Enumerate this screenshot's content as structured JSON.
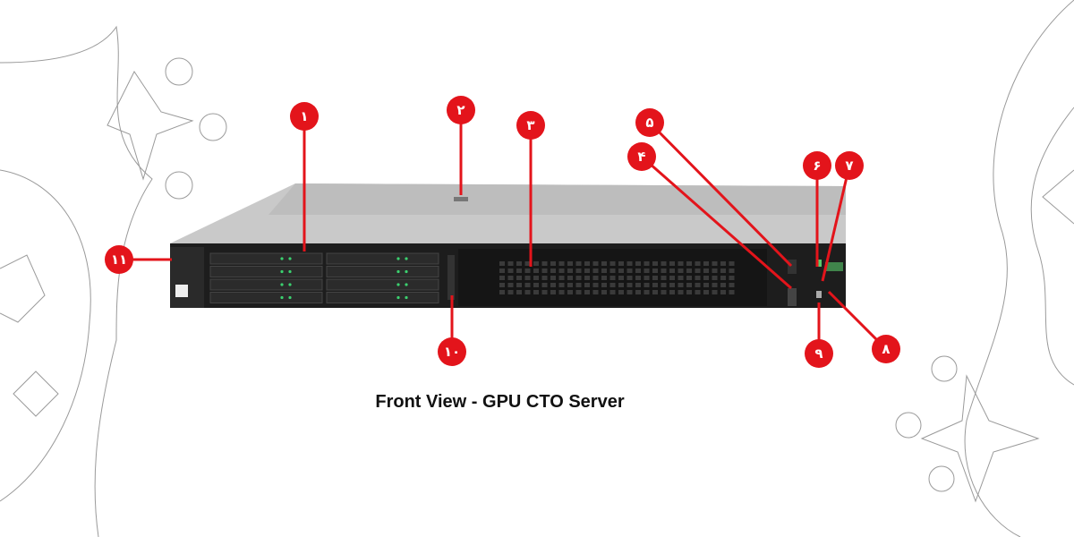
{
  "caption": "Front View - GPU CTO Server",
  "accent_color": "#e3141b",
  "callouts": [
    {
      "label": "۱",
      "part": "drive-bays"
    },
    {
      "label": "۲",
      "part": "top-cover"
    },
    {
      "label": "۳",
      "part": "gpu-vent-bezel"
    },
    {
      "label": "۴",
      "part": "usb-port"
    },
    {
      "label": "۵",
      "part": "ilo-service-port"
    },
    {
      "label": "۶",
      "part": "power-button"
    },
    {
      "label": "۷",
      "part": "health-led"
    },
    {
      "label": "۸",
      "part": "nic-status-led"
    },
    {
      "label": "۹",
      "part": "uid-button"
    },
    {
      "label": "۱۰",
      "part": "drive-bay-divider"
    },
    {
      "label": "۱۱",
      "part": "rack-ear"
    }
  ]
}
